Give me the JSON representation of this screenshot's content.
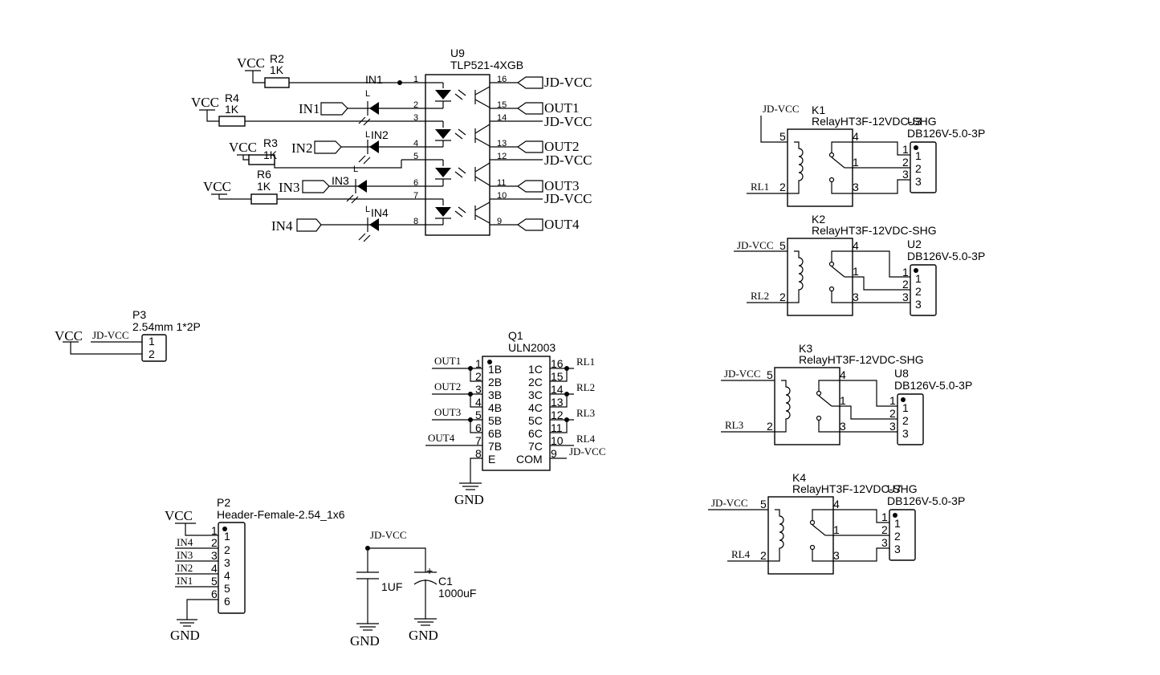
{
  "vcc": "VCC",
  "jdvcc": "JD-VCC",
  "gnd": "GND",
  "u9": {
    "ref": "U9",
    "part": "TLP521-4XGB",
    "pins": [
      "1",
      "2",
      "3",
      "4",
      "5",
      "6",
      "7",
      "8",
      "9",
      "10",
      "11",
      "12",
      "13",
      "14",
      "15",
      "16"
    ],
    "led_labels": [
      "IN1",
      "IN2",
      "IN3",
      "IN4"
    ],
    "left_nets": [
      "IN1",
      "IN2",
      "IN3",
      "IN4"
    ],
    "right_nets": [
      "JD-VCC",
      "OUT1",
      "JD-VCC",
      "OUT2",
      "JD-VCC",
      "OUT3",
      "JD-VCC",
      "OUT4"
    ],
    "ind_led": "L"
  },
  "resistors": [
    {
      "ref": "R2",
      "value": "1K"
    },
    {
      "ref": "R4",
      "value": "1K"
    },
    {
      "ref": "R3",
      "value": "1K"
    },
    {
      "ref": "R6",
      "value": "1K"
    }
  ],
  "p3": {
    "ref": "P3",
    "part": "2.54mm 1*2P",
    "pins": [
      "1",
      "2"
    ],
    "net": "JD-VCC"
  },
  "q1": {
    "ref": "Q1",
    "part": "ULN2003",
    "left_pins": [
      "1B",
      "2B",
      "3B",
      "4B",
      "5B",
      "6B",
      "7B",
      "E"
    ],
    "left_nums": [
      "1",
      "2",
      "3",
      "4",
      "5",
      "6",
      "7",
      "8"
    ],
    "right_pins": [
      "1C",
      "2C",
      "3C",
      "4C",
      "5C",
      "6C",
      "7C",
      "COM"
    ],
    "right_nums": [
      "16",
      "15",
      "14",
      "13",
      "12",
      "11",
      "10",
      "9"
    ],
    "left_nets": [
      "OUT1",
      "OUT2",
      "OUT3",
      "OUT4"
    ],
    "right_nets": [
      "RL1",
      "RL2",
      "RL3",
      "RL4",
      "JD-VCC"
    ]
  },
  "p2": {
    "ref": "P2",
    "part": "Header-Female-2.54_1x6",
    "pins": [
      "1",
      "2",
      "3",
      "4",
      "5",
      "6"
    ],
    "nets": [
      "IN4",
      "IN3",
      "IN2",
      "IN1"
    ]
  },
  "caps": {
    "c_small": {
      "value": "1UF"
    },
    "c1": {
      "ref": "C1",
      "value": "1000uF",
      "plus": "+"
    }
  },
  "relays": [
    {
      "ref": "K1",
      "part": "RelayHT3F-12VDC-SHG",
      "conn_ref": "U3",
      "conn_part": "DB126V-5.0-3P",
      "coil_net": "RL1"
    },
    {
      "ref": "K2",
      "part": "RelayHT3F-12VDC-SHG",
      "conn_ref": "U2",
      "conn_part": "DB126V-5.0-3P",
      "coil_net": "RL2"
    },
    {
      "ref": "K3",
      "part": "RelayHT3F-12VDC-SHG",
      "conn_ref": "U8",
      "conn_part": "DB126V-5.0-3P",
      "coil_net": "RL3"
    },
    {
      "ref": "K4",
      "part": "RelayHT3F-12VDC-SHG",
      "conn_ref": "U7",
      "conn_part": "DB126V-5.0-3P",
      "coil_net": "RL4"
    }
  ],
  "relay_pins": [
    "5",
    "4",
    "1",
    "2",
    "3"
  ],
  "conn_pins": [
    "1",
    "2",
    "3"
  ]
}
